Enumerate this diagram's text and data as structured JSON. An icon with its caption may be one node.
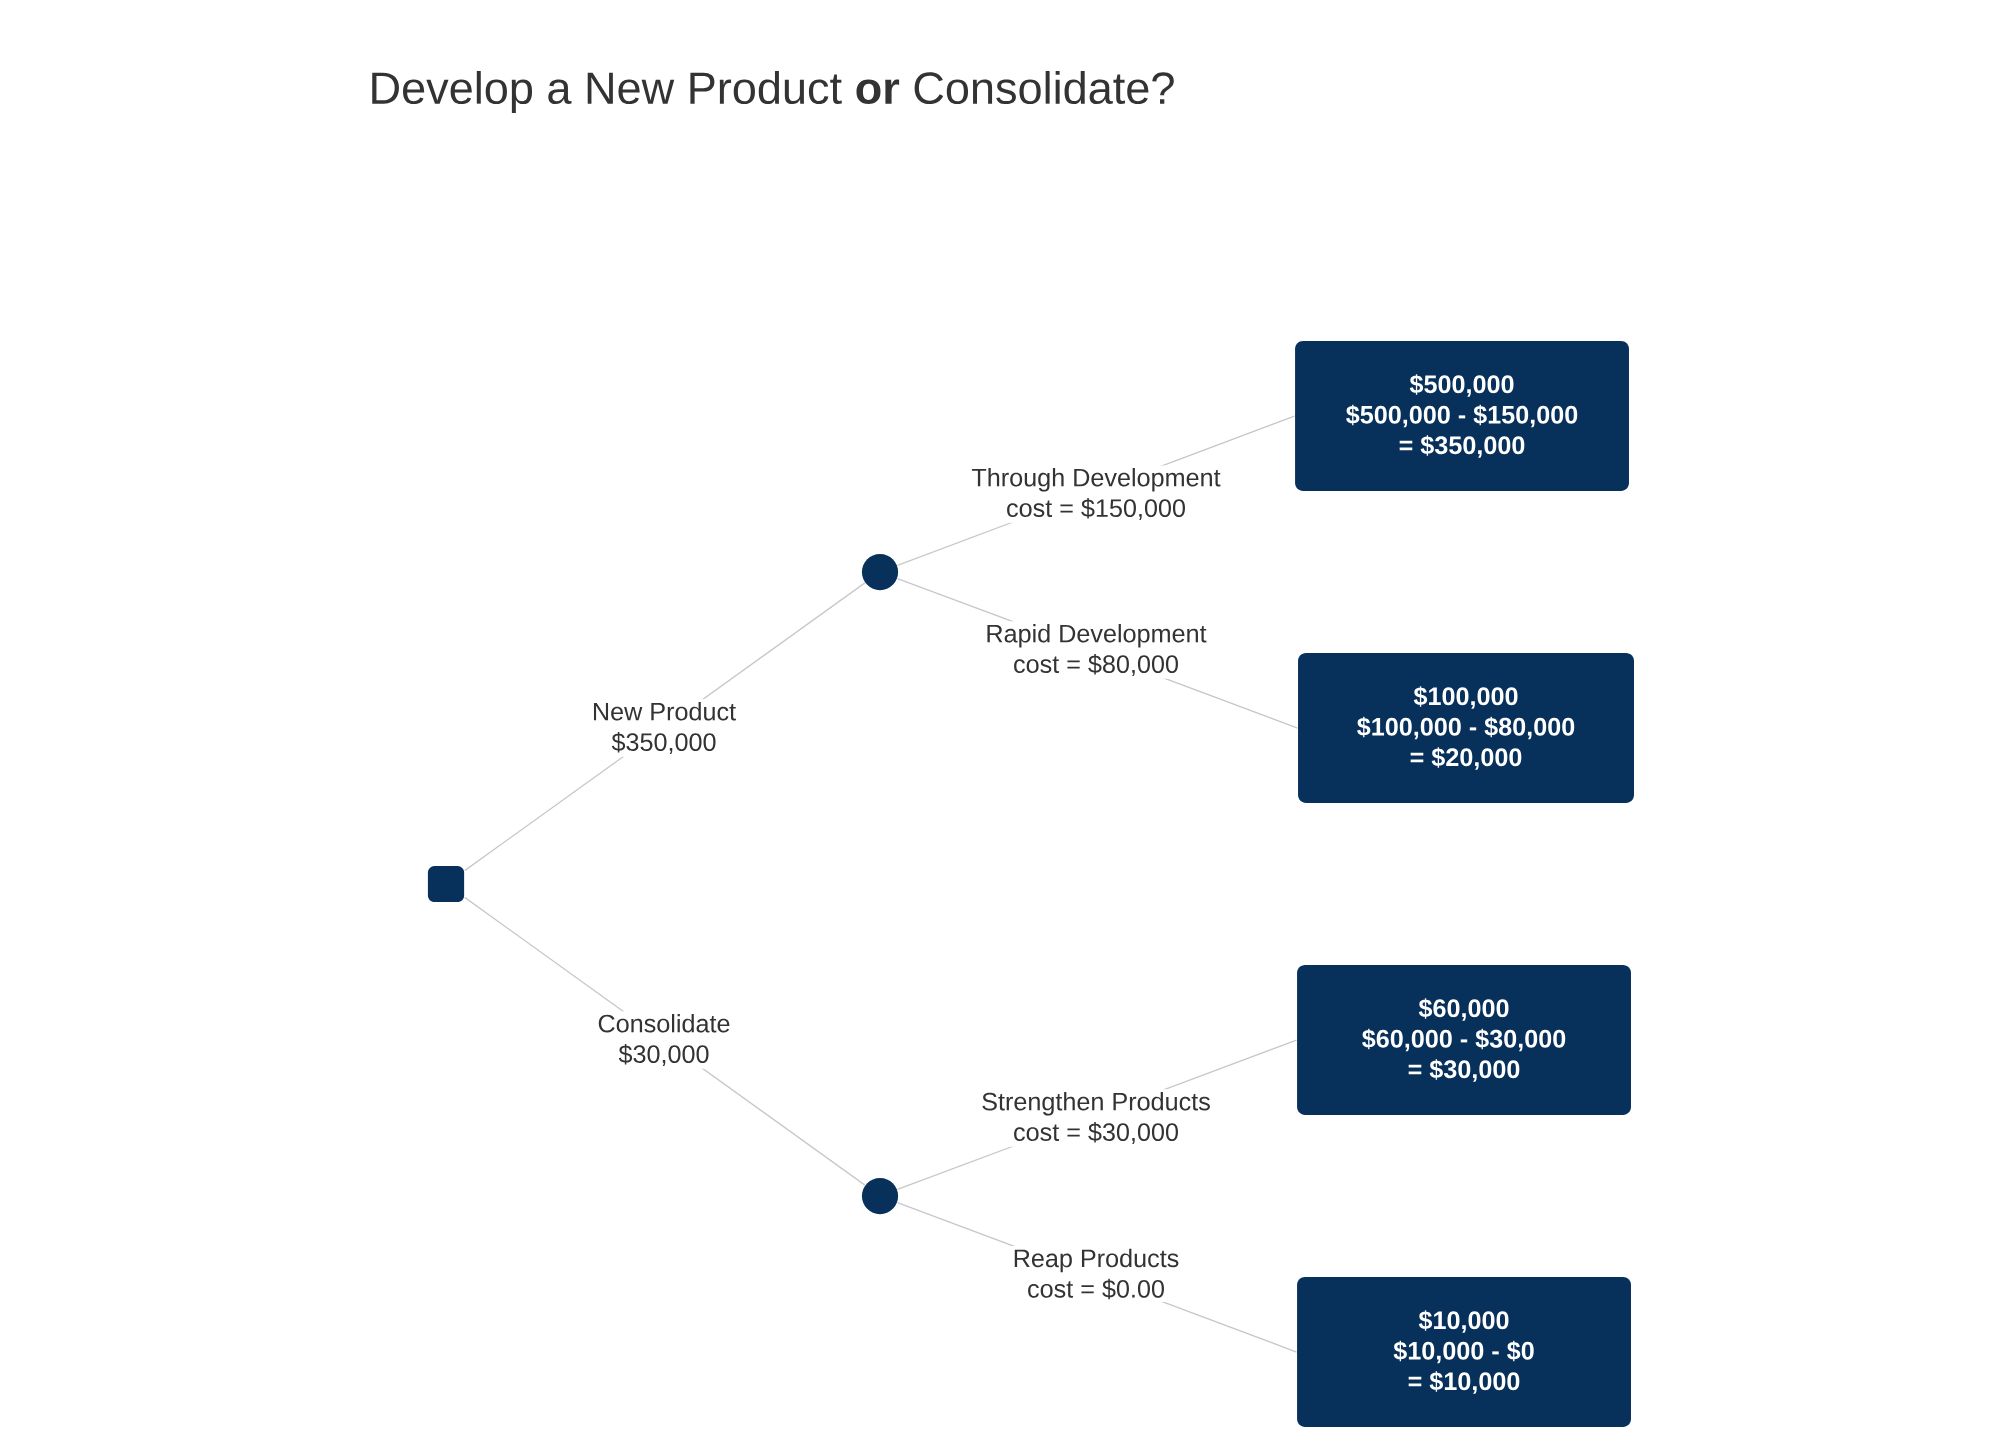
{
  "diagram": {
    "title": "Develop a New Product **or** Consolidate?",
    "nodes": [
      {
        "text": [],
        "shape": "box"
      },
      {
        "text": [],
        "shape": "circle"
      },
      {
        "text": [],
        "shape": "circle"
      },
      {
        "text": [
          "$500,000",
          "$500,000 - $150,000",
          "= $350,000"
        ]
      },
      {
        "text": [
          "$100,000",
          "$100,000 - $80,000",
          "= $20,000"
        ]
      },
      {
        "text": [
          "$60,000",
          "$60,000 - $30,000",
          "= $30,000"
        ]
      },
      {
        "text": [
          "$10,000",
          "$10,000 - $0",
          "= $10,000"
        ]
      }
    ],
    "edges": [
      {
        "from": 0,
        "to": 1,
        "arrow": "none",
        "label": [
          "New Product",
          "$350,000"
        ]
      },
      {
        "from": 0,
        "to": 2,
        "arrow": "none",
        "label": [
          "Consolidate",
          "$30,000"
        ]
      },
      {
        "from": 1,
        "to": 3,
        "arrow": "none",
        "label": [
          "Through Development",
          "cost = $150,000"
        ]
      },
      {
        "from": 1,
        "to": 4,
        "arrow": "none",
        "label": [
          "Rapid Development",
          "cost = $80,000"
        ]
      },
      {
        "from": 2,
        "to": 5,
        "arrow": "none",
        "label": [
          "Strengthen Products",
          "cost = $30,000"
        ]
      },
      {
        "from": 2,
        "to": 6,
        "arrow": "none",
        "label": [
          "Reap Products",
          "cost = $0.00"
        ]
      }
    ]
  }
}
